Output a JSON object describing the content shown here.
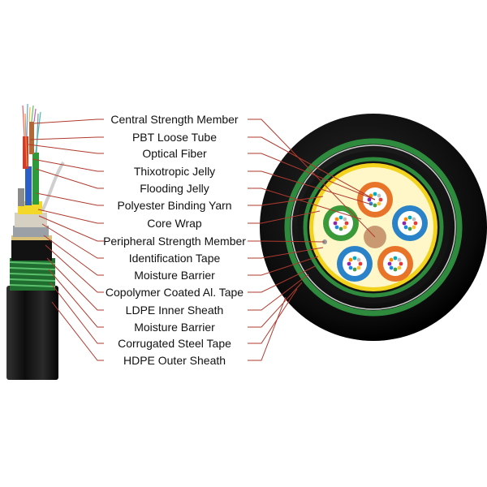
{
  "labels": [
    "Central Strength Member",
    "PBT Loose Tube",
    "Optical Fiber",
    "Thixotropic Jelly",
    "Flooding Jelly",
    "Polyester Binding Yarn",
    "Core Wrap",
    "Peripheral Strength Member",
    "Identification Tape",
    "Moisture Barrier",
    "Copolymer Coated Al. Tape",
    "LDPE Inner Sheath",
    "Moisture Barrier",
    "Corrugated Steel Tape",
    "HDPE Outer Sheath"
  ],
  "colors": {
    "leader_line": "#b03a2e",
    "outer_sheath": "#111111",
    "steel_tape": "#2e8b3e",
    "inner_sheath": "#141414",
    "yellow_ring": "#f2d21b",
    "core_fill": "#fff7c8",
    "central_member": "#c99a72",
    "tube_orange": "#e8742a",
    "tube_blue": "#2a83c9",
    "tube_green": "#3a9a3a"
  }
}
